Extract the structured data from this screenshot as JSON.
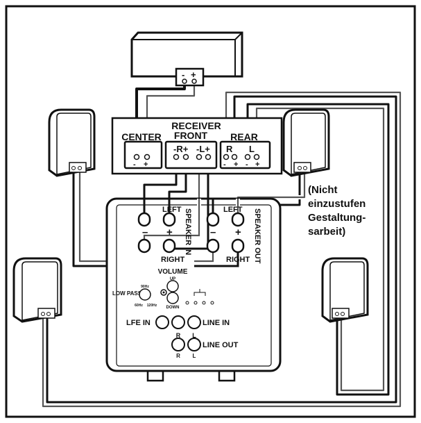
{
  "receiver": {
    "title_line1": "RECEIVER",
    "title_line2": "FRONT",
    "center_label": "CENTER",
    "rear_label": "REAR",
    "center_minus": "-",
    "center_plus": "+",
    "front_r": "-R+",
    "front_l": "-L+",
    "rear_r": "R",
    "rear_l": "L",
    "rear_minus": "-",
    "rear_plus": "+"
  },
  "center_speaker": {
    "terminal_minus": "-",
    "terminal_plus": "+"
  },
  "subwoofer": {
    "speaker_in_label": "SPEAKER IN",
    "speaker_out_label": "SPEAKER OUT",
    "in_left": "LEFT",
    "in_right": "RIGHT",
    "out_left": "LEFT",
    "out_right": "RIGHT",
    "minus": "–",
    "plus": "+",
    "volume_label": "VOLUME",
    "volume_up": "UP",
    "volume_down": "DOWN",
    "low_pass_label": "LOW PASS",
    "low_pass_90": "90Hz",
    "low_pass_60": "60Hz",
    "low_pass_120": "120Hz",
    "lfe_in": "LFE IN",
    "line_in": "LINE IN",
    "line_out": "LINE OUT",
    "r": "R",
    "l": "L"
  },
  "note": {
    "line1": "(Nicht",
    "line2": "einzustufen",
    "line3": "Gestaltung-",
    "line4": "sarbeit)"
  }
}
